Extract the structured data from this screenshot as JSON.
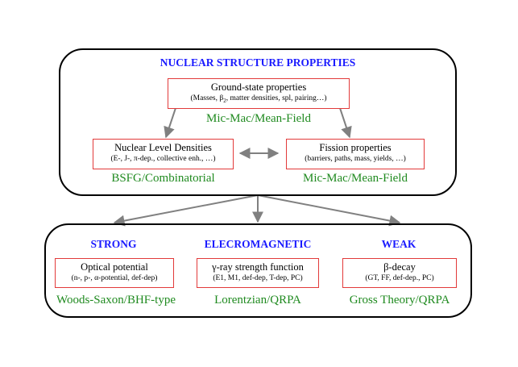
{
  "top_panel": {
    "heading": "NUCLEAR STRUCTURE PROPERTIES",
    "ground_state": {
      "title": "Ground-state properties",
      "details_prefix": "(Masses, β",
      "details_subscript": "2",
      "details_suffix": ", matter densities, spl, pairing…)",
      "model": "Mic-Mac/Mean-Field"
    },
    "level_densities": {
      "title": "Nuclear Level Densities",
      "details": "(E-, J-, π-dep., collective enh., …)",
      "model": "BSFG/Combinatorial"
    },
    "fission": {
      "title": "Fission properties",
      "details": "(barriers, paths, mass, yields, …)",
      "model": "Mic-Mac/Mean-Field"
    }
  },
  "bottom_panel": {
    "strong": {
      "heading": "STRONG",
      "title": "Optical potential",
      "details": "(n-, p-, α-potential, def-dep)",
      "model": "Woods-Saxon/BHF-type"
    },
    "electromagnetic": {
      "heading": "ELECROMAGNETIC",
      "title": "γ-ray strength function",
      "details": "(E1, M1, def-dep, T-dep, PC)",
      "model": "Lorentzian/QRPA"
    },
    "weak": {
      "heading": "WEAK",
      "title": "β-decay",
      "details": "(GT, FF, def-dep., PC)",
      "model": "Gross Theory/QRPA"
    }
  },
  "colors": {
    "heading": "#1a1aff",
    "model": "#1f8a1f",
    "box_border": "#e23a3a",
    "arrow": "#808080"
  }
}
